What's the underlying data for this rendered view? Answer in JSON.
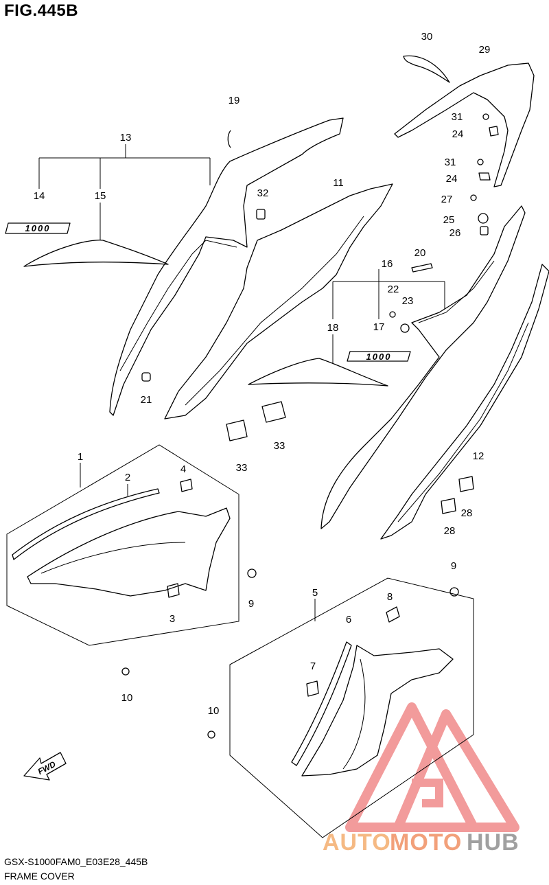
{
  "figure": {
    "title": "FIG.445B",
    "code": "GSX-S1000FAM0_E03E28_445B",
    "caption": "FRAME COVER"
  },
  "labels": [
    "1",
    "2",
    "3",
    "4",
    "5",
    "6",
    "7",
    "8",
    "9",
    "9",
    "10",
    "10",
    "11",
    "12",
    "13",
    "14",
    "15",
    "16",
    "17",
    "18",
    "19",
    "20",
    "21",
    "22",
    "23",
    "24",
    "24",
    "25",
    "26",
    "27",
    "28",
    "28",
    "29",
    "30",
    "31",
    "31",
    "32",
    "33",
    "33"
  ],
  "emblem": {
    "text": "1000"
  },
  "fwd": {
    "text": "FWD"
  },
  "watermark": {
    "text_a": "AUTO",
    "text_b": "MOTO",
    "text_c": "HUB",
    "color_a": "#f5b983",
    "color_b": "#f2a07a",
    "color_c": "#a0a0a0",
    "logo_color": "#f08a8a"
  }
}
